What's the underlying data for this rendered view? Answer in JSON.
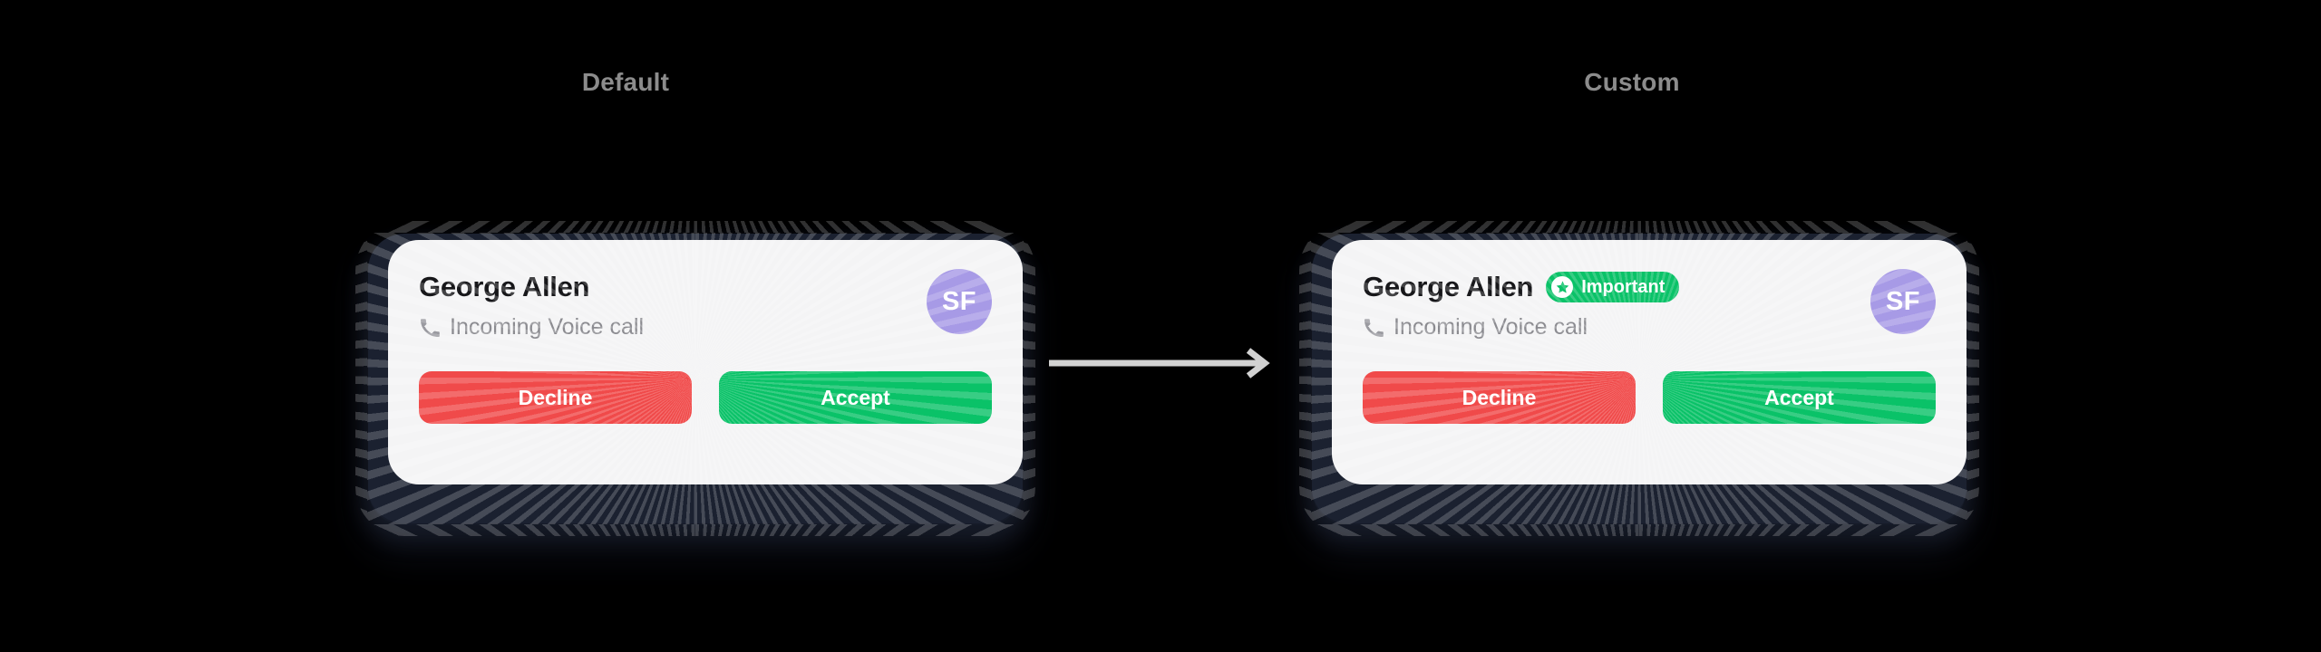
{
  "background_color": "#000000",
  "sections": [
    {
      "key": "default",
      "caption": "Default",
      "has_badge": false
    },
    {
      "key": "custom",
      "caption": "Custom",
      "has_badge": true
    }
  ],
  "notification": {
    "caller_name": "George Allen",
    "subtitle": "Incoming Voice call",
    "subtitle_icon": "phone-icon",
    "avatar_initials": "SF",
    "avatar_color": "#a79ae6",
    "card_color": "#f4f4f5",
    "bezel_color": "#1b2130",
    "buttons": {
      "decline_label": "Decline",
      "decline_color": "#f04a4a",
      "accept_label": "Accept",
      "accept_color": "#0ac268"
    }
  },
  "badge": {
    "label": "Important",
    "icon": "star-icon",
    "background_color": "#0ac268",
    "text_color": "#ffffff"
  },
  "arrow": {
    "icon": "arrow-right-icon",
    "color": "#d2d2d2",
    "direction": "right"
  },
  "caption_color": "#8c8c8c"
}
